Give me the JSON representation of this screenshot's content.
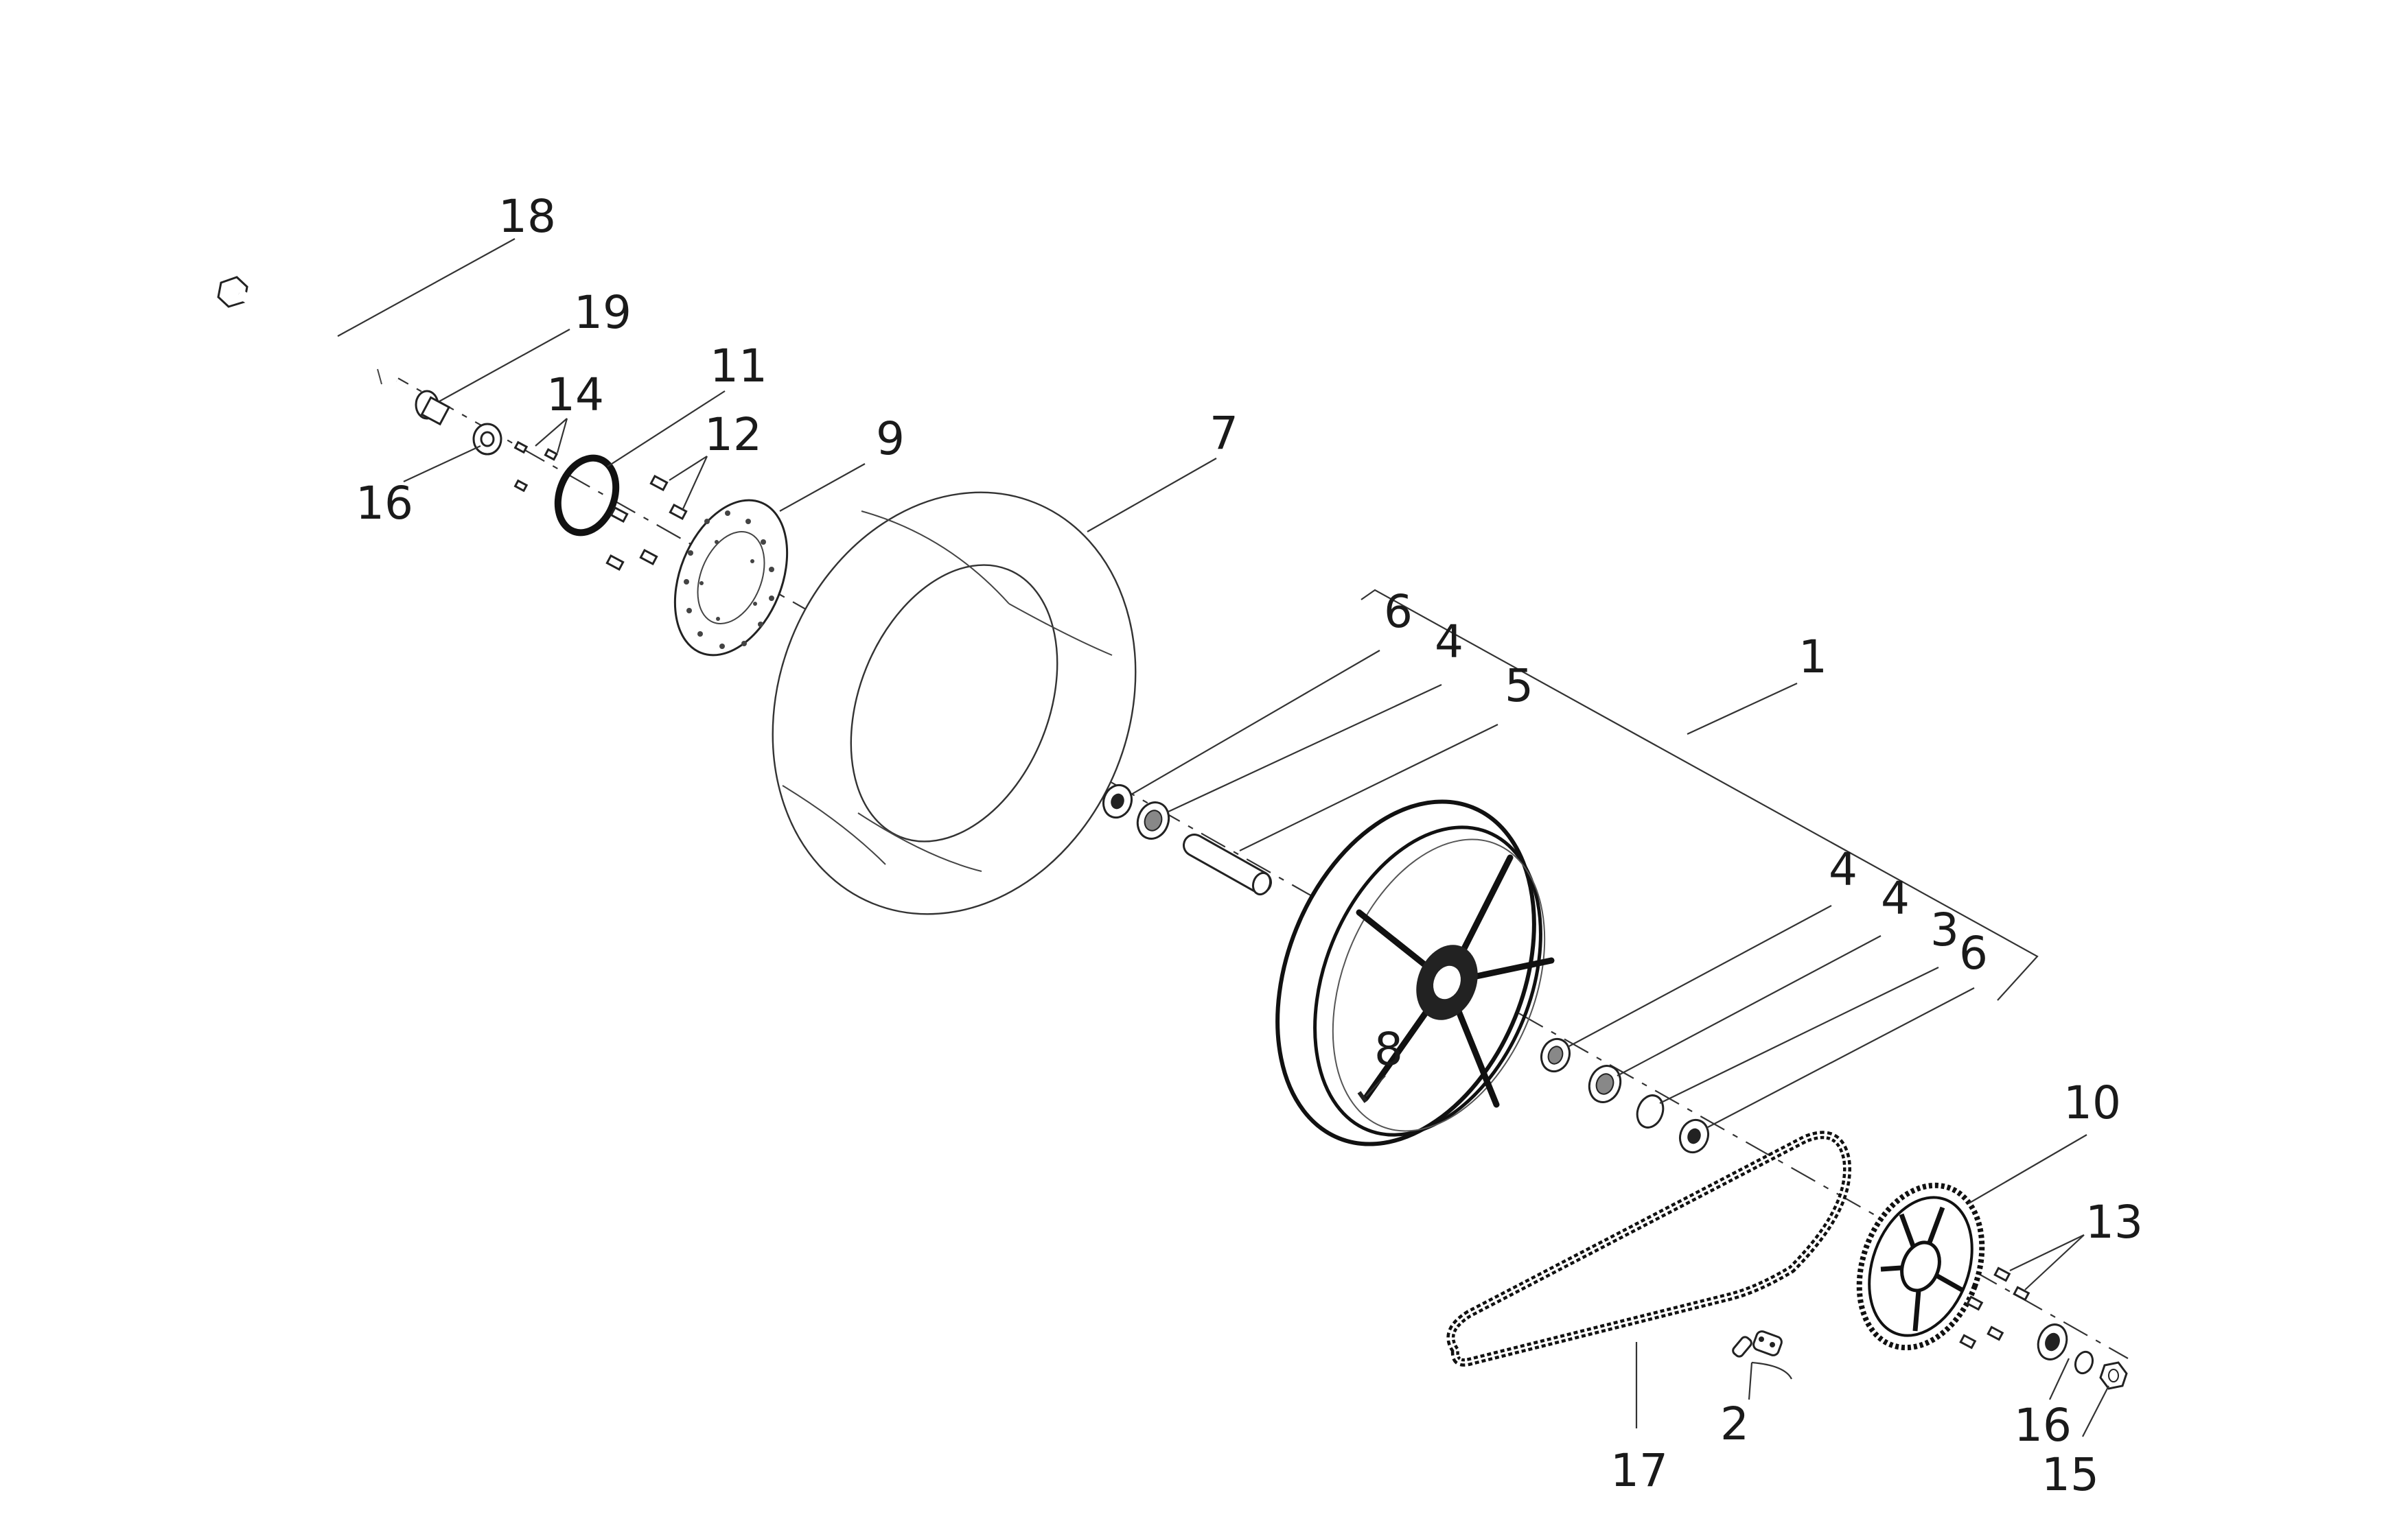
{
  "diagram": {
    "callouts": [
      "1",
      "2",
      "3",
      "4",
      "4",
      "4",
      "5",
      "6",
      "6",
      "7",
      "8",
      "9",
      "10",
      "11",
      "12",
      "13",
      "14",
      "15",
      "16",
      "16",
      "17",
      "18",
      "19"
    ],
    "parts": [
      "axle-bolt-icon",
      "axle-spacer-icon",
      "wheel-nut-icon",
      "screw-icon",
      "disc-carrier-ring-icon",
      "bolt-icon",
      "brake-disc-icon",
      "tyre-icon",
      "bearing-icon",
      "spacer-tube-icon",
      "rim-icon",
      "valve-icon",
      "drive-chain-icon",
      "chain-link-icon",
      "sprocket-icon",
      "washer-icon",
      "nut-icon"
    ]
  }
}
